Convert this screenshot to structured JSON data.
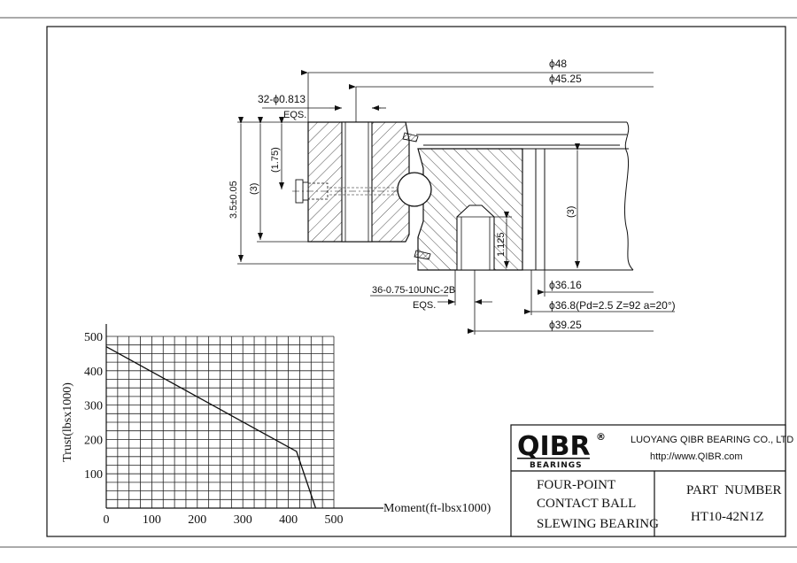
{
  "drawing": {
    "dims": {
      "d48": "ϕ48",
      "d45_25": "ϕ45.25",
      "holes": "32-ϕ0.813",
      "holes_eqs": "EQS.",
      "h175": "(1.75)",
      "h3_left": "(3)",
      "h35": "3.5±0.05",
      "h3_right": "(3)",
      "h1125": "1.125",
      "thread": "36-0.75-10UNC-2B",
      "thread_eqs": "EQS.",
      "d36_16": "ϕ36.16",
      "d36_8": "ϕ36.8(Pd=2.5 Z=92 a=20°)",
      "d39_25": "ϕ39.25"
    }
  },
  "chart_data": {
    "type": "line",
    "title": "",
    "xlabel": "Moment(ft-lbsx1000)",
    "ylabel": "Trust(lbsx1000)",
    "xlim": [
      0,
      500
    ],
    "ylim": [
      0,
      500
    ],
    "x_ticks": [
      "0",
      "100",
      "200",
      "300",
      "400",
      "500"
    ],
    "y_ticks": [
      "100",
      "200",
      "300",
      "400",
      "500"
    ],
    "grid": true,
    "x": [
      0,
      418,
      460
    ],
    "y": [
      470,
      165,
      0
    ]
  },
  "title_block": {
    "logo_text": "QIBR",
    "logo_registered": "®",
    "logo_sub": "BEARINGS",
    "company": "LUOYANG QIBR BEARING CO., LTD",
    "website": "http://www.QIBR.com",
    "desc_line1": "FOUR-POINT",
    "desc_line2": "CONTACT BALL",
    "desc_line3": "SLEWING BEARING",
    "part_number_label": "PART  NUMBER",
    "part_number": "HT10-42N1Z"
  }
}
